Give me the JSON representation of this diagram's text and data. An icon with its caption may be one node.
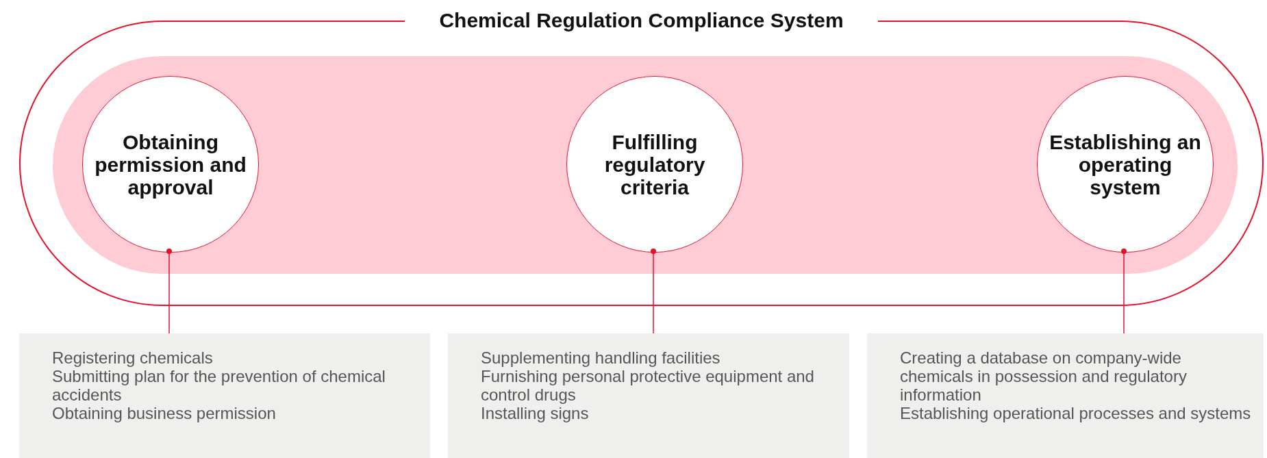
{
  "diagram": {
    "nodes": [
      {
        "text": [
          "Chemical Regulation Compliance System"
        ]
      },
      {
        "text": [
          "Obtaining permission and approval"
        ],
        "in": 0
      },
      {
        "text": [
          "Fulfilling regulatory criteria"
        ],
        "in": 0
      },
      {
        "text": [
          "Establishing an operating system"
        ],
        "in": 0
      },
      {
        "text": [
          "Registering chemicals",
          "Submitting plan for the prevention of chemical accidents",
          "Obtaining business permission"
        ]
      },
      {
        "text": [
          "Supplementing handling facilities",
          "Furnishing personal protective equipment and control drugs",
          "Installing signs"
        ]
      },
      {
        "text": [
          "Creating a database on company-wide chemicals in possession and regulatory information",
          "Establishing operational processes and systems"
        ]
      }
    ],
    "edges": [
      {
        "from": 1,
        "to": 4,
        "arrow": "other"
      },
      {
        "from": 2,
        "to": 5,
        "arrow": "other"
      },
      {
        "from": 3,
        "to": 6,
        "arrow": "other"
      }
    ]
  }
}
